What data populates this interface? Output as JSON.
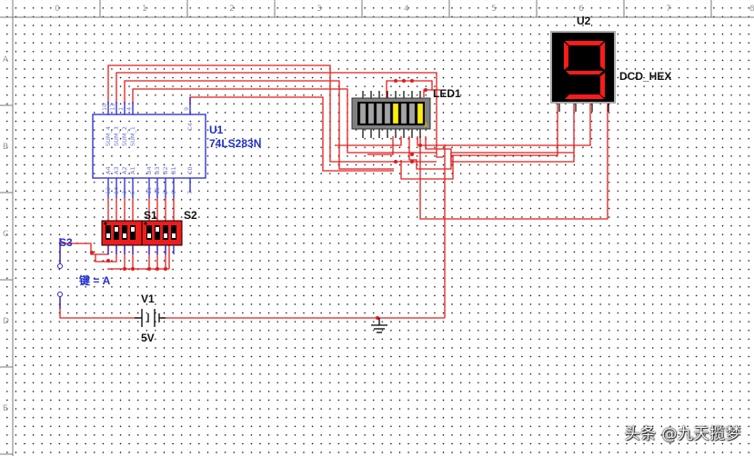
{
  "app": "Multisim schematic",
  "ruler": {
    "columns": [
      "0",
      "1",
      "2",
      "3",
      "4",
      "5",
      "6",
      "7",
      "8"
    ],
    "rows": [
      "A",
      "B",
      "C",
      "D",
      "E"
    ]
  },
  "components": {
    "u1": {
      "ref": "U1",
      "part": "74LS283N",
      "top_pins": [
        "10",
        "13",
        "1",
        "4",
        "9"
      ],
      "top_labels": [
        "SUM_4",
        "SUM_3",
        "SUM_2",
        "SUM_1",
        "C4"
      ],
      "bottom_labels": [
        "A4",
        "A3",
        "A2",
        "A1",
        "B4",
        "B3",
        "B2",
        "B1",
        "C0"
      ],
      "bottom_pins": [
        "12",
        "14",
        "3",
        "5",
        "11",
        "15",
        "2",
        "6",
        "7"
      ]
    },
    "s1": {
      "ref": "S1"
    },
    "s2": {
      "ref": "S2"
    },
    "s3": {
      "ref": "S3",
      "key_label": "键 = A"
    },
    "v1": {
      "ref": "V1",
      "value": "5V"
    },
    "led1": {
      "ref": "LED1",
      "lit_segments": [
        5,
        8
      ],
      "segment_count": 8
    },
    "u2": {
      "ref": "U2",
      "part": "DCD_HEX",
      "display_digit": "9"
    }
  },
  "colors": {
    "wire": "#e31b1b",
    "pin": "#2222dd",
    "component_label": "#1f2fcf",
    "switch_body": "#ee1c1c",
    "display_segment": "#ff1a1a",
    "bar_lit": "#ffee00"
  },
  "watermark": "头条 @九天揽梦"
}
